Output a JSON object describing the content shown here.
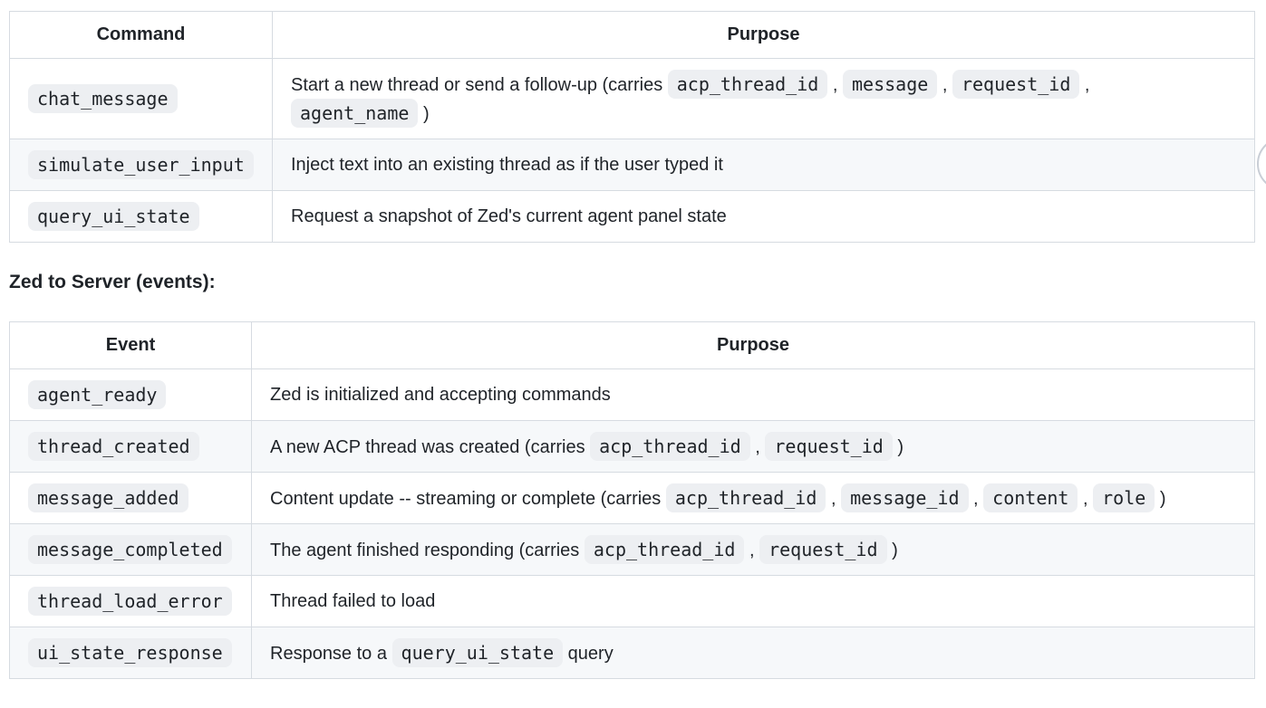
{
  "colors": {
    "text": "#1f2328",
    "table_border": "#d6dbe1",
    "row_stripe": "#f6f8fa",
    "chip_background": "#edeff2",
    "edge_arc": "#c9ced6"
  },
  "command_table": {
    "col1_header": "Command",
    "col2_header": "Purpose",
    "rows": [
      {
        "name": "chat_message",
        "purpose": [
          {
            "text": "Start a new thread or send a follow-up (carries "
          },
          {
            "code": "acp_thread_id"
          },
          {
            "text": " , "
          },
          {
            "code": "message"
          },
          {
            "text": " , "
          },
          {
            "code": "request_id"
          },
          {
            "text": " , "
          },
          {
            "code": "agent_name"
          },
          {
            "text": " )"
          }
        ]
      },
      {
        "name": "simulate_user_input",
        "purpose": [
          {
            "text": "Inject text into an existing thread as if the user typed it"
          }
        ]
      },
      {
        "name": "query_ui_state",
        "purpose": [
          {
            "text": "Request a snapshot of Zed's current agent panel state"
          }
        ]
      }
    ]
  },
  "section_heading": "Zed to Server (events):",
  "event_table": {
    "col1_header": "Event",
    "col2_header": "Purpose",
    "rows": [
      {
        "name": "agent_ready",
        "purpose": [
          {
            "text": "Zed is initialized and accepting commands"
          }
        ]
      },
      {
        "name": "thread_created",
        "purpose": [
          {
            "text": "A new ACP thread was created (carries "
          },
          {
            "code": "acp_thread_id"
          },
          {
            "text": " , "
          },
          {
            "code": "request_id"
          },
          {
            "text": " )"
          }
        ]
      },
      {
        "name": "message_added",
        "purpose": [
          {
            "text": "Content update -- streaming or complete (carries "
          },
          {
            "code": "acp_thread_id"
          },
          {
            "text": " , "
          },
          {
            "code": "message_id"
          },
          {
            "text": " , "
          },
          {
            "code": "content"
          },
          {
            "text": " , "
          },
          {
            "code": "role"
          },
          {
            "text": " )"
          }
        ]
      },
      {
        "name": "message_completed",
        "purpose": [
          {
            "text": "The agent finished responding (carries "
          },
          {
            "code": "acp_thread_id"
          },
          {
            "text": " , "
          },
          {
            "code": "request_id"
          },
          {
            "text": " )"
          }
        ]
      },
      {
        "name": "thread_load_error",
        "purpose": [
          {
            "text": "Thread failed to load"
          }
        ]
      },
      {
        "name": "ui_state_response",
        "purpose": [
          {
            "text": "Response to a "
          },
          {
            "code": "query_ui_state"
          },
          {
            "text": " query"
          }
        ]
      }
    ]
  }
}
